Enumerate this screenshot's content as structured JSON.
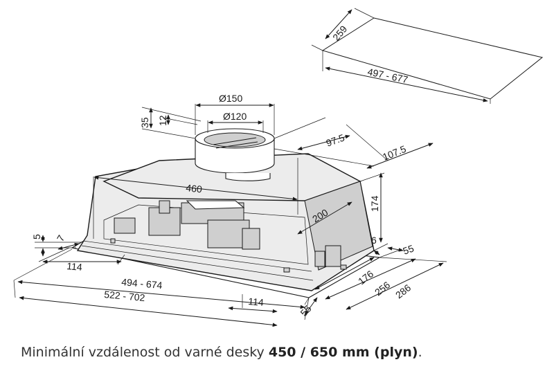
{
  "dimensions": {
    "cutout_depth": "259",
    "cutout_width": "497  -  677",
    "outlet_outer_diameter": "Ø150",
    "outlet_inner_diameter": "Ø120",
    "outlet_height": "35",
    "collar_height": "12",
    "outlet_offset_depth": "97.5",
    "outlet_offset_total": "107.5",
    "body_width": "460",
    "body_height": "174",
    "depth_200": "200",
    "frame_thickness": "5",
    "frame_inset": "7",
    "side_offset_left": "114",
    "inner_width": "494  -  674",
    "outer_width": "522  -  702",
    "side_offset_right": "114",
    "front_lip": "55",
    "side_lip": "55",
    "small_gap": "6",
    "depth_176": "176",
    "depth_256": "256",
    "depth_286": "286"
  },
  "caption": {
    "prefix": "Minimální vzdálenost od varné desky ",
    "bold": "450 / 650 mm (plyn)",
    "suffix": "."
  }
}
